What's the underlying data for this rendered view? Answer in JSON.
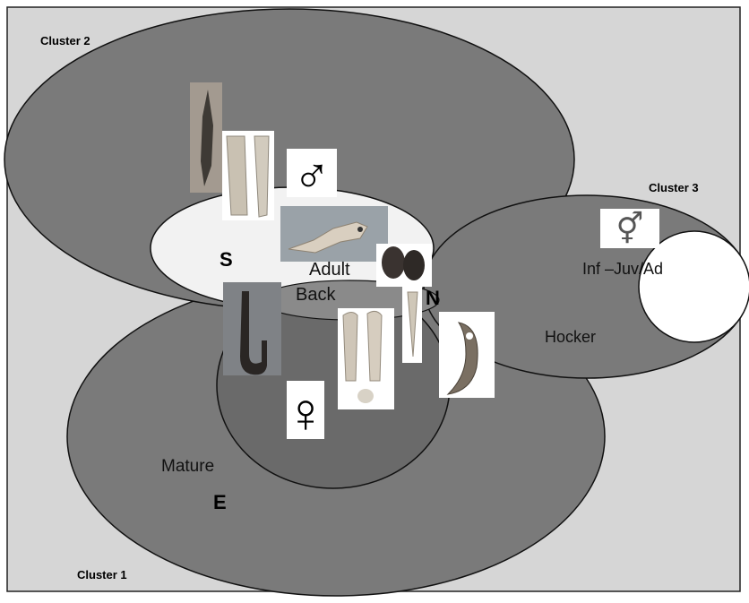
{
  "clusters": {
    "cluster1": "Cluster 1",
    "cluster2": "Cluster 2",
    "cluster3": "Cluster 3"
  },
  "labels": {
    "s": "S",
    "n": "N",
    "e": "E",
    "adult": "Adult",
    "back": "Back",
    "inf_juv_ad": "Inf –Juv/Ad",
    "hocker": "Hocker",
    "mature": "Mature"
  },
  "symbols": {
    "male": "♂",
    "female": "♀",
    "both": "⚥"
  },
  "artifacts": [
    "flint-blade-icon",
    "bone-plaques-icon",
    "bone-animal-figurine-icon",
    "bone-hook-icon",
    "bone-spatulas-icon",
    "bone-awl-icon",
    "perforated-tooth-pendant-icon",
    "red-ochre-nodules-icon"
  ],
  "colors": {
    "background": "#d6d6d6",
    "cluster_fill": "#7a7a7a",
    "inner_fill": "#6a6a6a",
    "light_fill": "#f2f2f2"
  }
}
